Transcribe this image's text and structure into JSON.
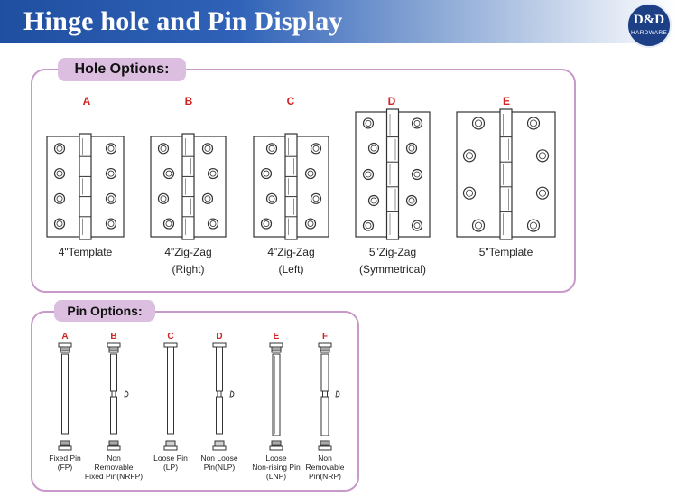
{
  "header": {
    "title": "Hinge hole and Pin Display"
  },
  "logo": {
    "main": "D&D",
    "sub": "HARDWARE"
  },
  "hole_options": {
    "label": "Hole Options:",
    "items": [
      {
        "letter": "A",
        "caption1": "4\"Template",
        "caption2": ""
      },
      {
        "letter": "B",
        "caption1": "4\"Zig-Zag",
        "caption2": "(Right)"
      },
      {
        "letter": "C",
        "caption1": "4\"Zig-Zag",
        "caption2": "(Left)"
      },
      {
        "letter": "D",
        "caption1": "5\"Zig-Zag",
        "caption2": "(Symmetrical)"
      },
      {
        "letter": "E",
        "caption1": "5\"Template",
        "caption2": ""
      }
    ]
  },
  "pin_options": {
    "label": "Pin Options:",
    "items": [
      {
        "letter": "A",
        "lines": [
          "Fixed Pin",
          "(FP)"
        ]
      },
      {
        "letter": "B",
        "lines": [
          "Non",
          "Removable",
          "Fixed  Pin(NRFP)"
        ]
      },
      {
        "letter": "C",
        "lines": [
          "Loose Pin",
          "(LP)"
        ]
      },
      {
        "letter": "D",
        "lines": [
          "Non Loose",
          "Pin(NLP)"
        ]
      },
      {
        "letter": "E",
        "lines": [
          "Loose",
          "Non-rising Pin",
          "(LNP)"
        ]
      },
      {
        "letter": "F",
        "lines": [
          "Non",
          "Removable",
          "Pin(NRP)"
        ]
      }
    ]
  },
  "colors": {
    "header_blue": "#1f4fa0",
    "panel_border": "#c99ac9",
    "tag_fill": "#dcbfe0",
    "letter_red": "#d32222"
  }
}
